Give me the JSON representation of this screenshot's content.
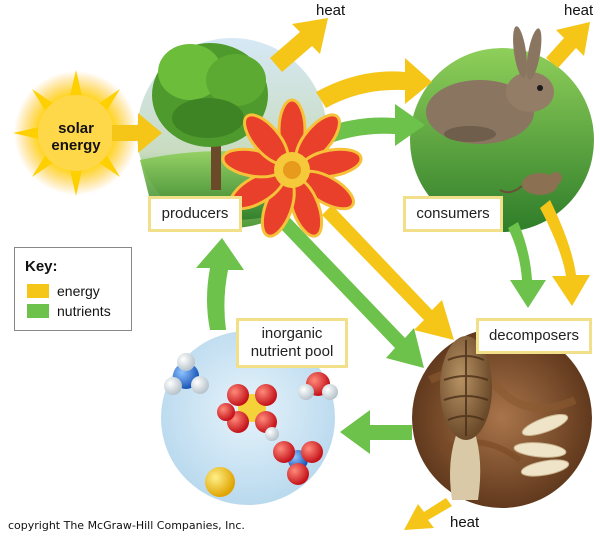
{
  "labels": {
    "solar_energy": "solar energy",
    "producers": "producers",
    "consumers": "consumers",
    "decomposers": "decomposers",
    "inorganic_pool_line1": "inorganic",
    "inorganic_pool_line2": "nutrient pool",
    "heat_top_center": "heat",
    "heat_top_right": "heat",
    "heat_bottom": "heat"
  },
  "key": {
    "title": "Key:",
    "energy": "energy",
    "nutrients": "nutrients"
  },
  "copyright": "copyright The McGraw-Hill Companies, Inc.",
  "colors": {
    "energy": "#f5c518",
    "nutrients": "#6cc24a",
    "sun": "#ffd400",
    "pool": "#cfe6f5"
  }
}
